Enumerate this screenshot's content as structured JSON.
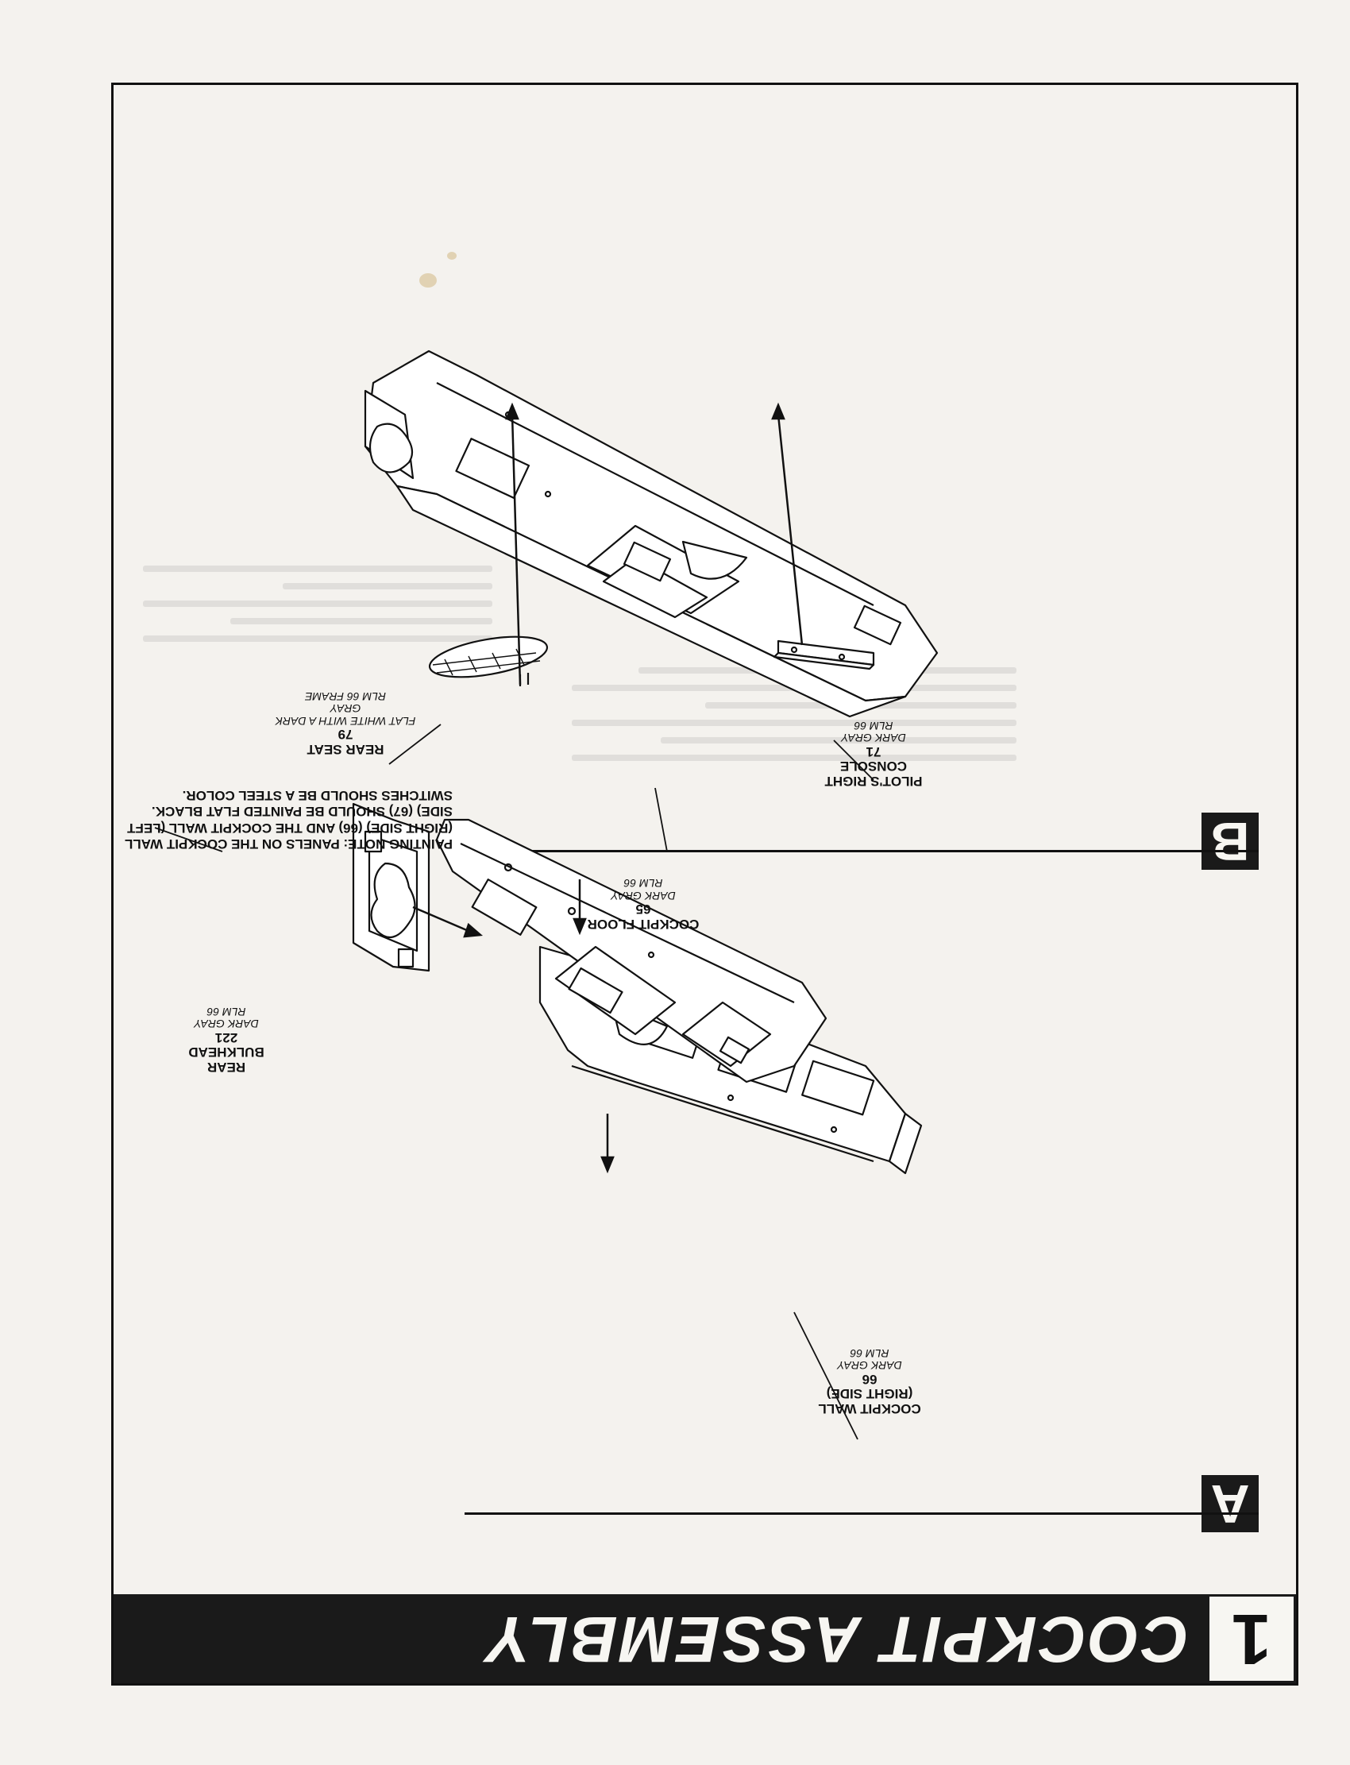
{
  "step": {
    "number": "1",
    "title": "COCKPIT ASSEMBLY"
  },
  "sections": {
    "a": {
      "letter": "A"
    },
    "b": {
      "letter": "B"
    }
  },
  "parts": {
    "cockpit_wall_right": {
      "name_line1": "COCKPIT WALL",
      "name_line2": "(RIGHT SIDE)",
      "number": "66",
      "color_line1": "DARK GRAY",
      "color_line2": "RLM 66"
    },
    "rear_bulkhead": {
      "name_line1": "REAR",
      "name_line2": "BULKHEAD",
      "number": "221",
      "color_line1": "DARK GRAY",
      "color_line2": "RLM 66"
    },
    "cockpit_floor": {
      "name_line1": "COCKPIT FLOOR",
      "number": "65",
      "color_line1": "DARK GRAY",
      "color_line2": "RLM 66"
    },
    "pilots_right_console": {
      "name_line1": "PILOT'S RIGHT",
      "name_line2": "CONSOLE",
      "number": "71",
      "color_line1": "DARK GRAY",
      "color_line2": "RLM 66"
    },
    "rear_seat": {
      "name_line1": "REAR SEAT",
      "number": "79",
      "color_line1": "FLAT WHITE WITH A DARK",
      "color_line2": "GRAY",
      "color_line3": "RLM 66 FRAME"
    }
  },
  "painting_note": "PAINTING NOTE: PANELS ON THE COCKPIT WALL (RIGHT SIDE) (66) AND THE COCKPIT WALL (LEFT SIDE) (67) SHOULD BE PAINTED FLAT BLACK. SWITCHES SHOULD BE A STEEL COLOR."
}
